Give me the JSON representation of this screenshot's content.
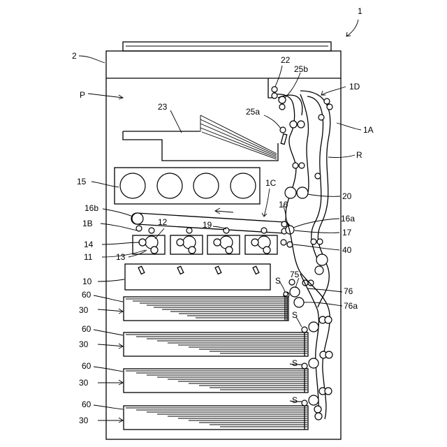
{
  "labels": {
    "l1": "1",
    "l2": "2",
    "lP": "P",
    "l22": "22",
    "l25b": "25b",
    "l1D": "1D",
    "l23": "23",
    "l25a": "25a",
    "l1A": "1A",
    "lR": "R",
    "l15": "15",
    "l1C": "1C",
    "l20": "20",
    "l16b": "16b",
    "l16": "16",
    "l16a": "16a",
    "l1B": "1B",
    "l12": "12",
    "l19": "19",
    "l17": "17",
    "l14": "14",
    "l40": "40",
    "l11": "11",
    "l13": "13",
    "l10": "10",
    "l75": "75",
    "lS1": "S",
    "l60a": "60",
    "l76": "76",
    "l30a": "30",
    "l76a": "76a",
    "lS2": "S",
    "l60b": "60",
    "l30b": "30",
    "l60c": "60",
    "lS3": "S",
    "l30c": "30",
    "l60d": "60",
    "lS4": "S",
    "l30d": "30"
  }
}
